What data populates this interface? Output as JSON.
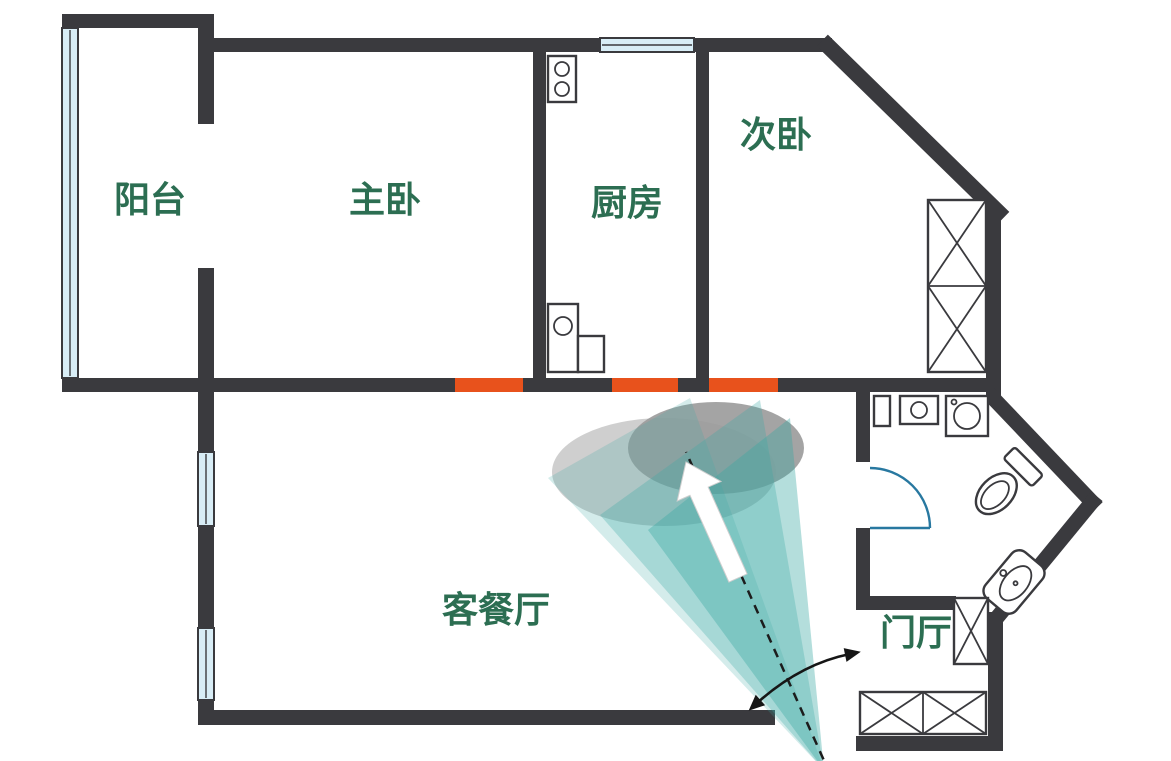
{
  "meta": {
    "type": "apartment-floor-plan"
  },
  "rooms": {
    "balcony": "阳台",
    "master_bedroom": "主卧",
    "kitchen": "厨房",
    "second_bedroom": "次卧",
    "living_dining": "客餐厅",
    "entry_hall": "门厅"
  },
  "colors": {
    "wall": "#3a3a3e",
    "window": "#d8edf6",
    "highlight_wall": "#e8521c",
    "label": "#2c6e52",
    "view_cone": "#3aa9a4",
    "coverage_light": "#cbcbcb",
    "coverage_dark": "#9a9a9a",
    "door_swing": "#2878a0"
  },
  "annotations": {
    "view_cone": "camera-view-cone",
    "coverage": "coverage-ellipses",
    "sight_line": "dashed-sight-line",
    "direction": "white-direction-arrow",
    "rotation": "curved-rotation-arrow"
  }
}
